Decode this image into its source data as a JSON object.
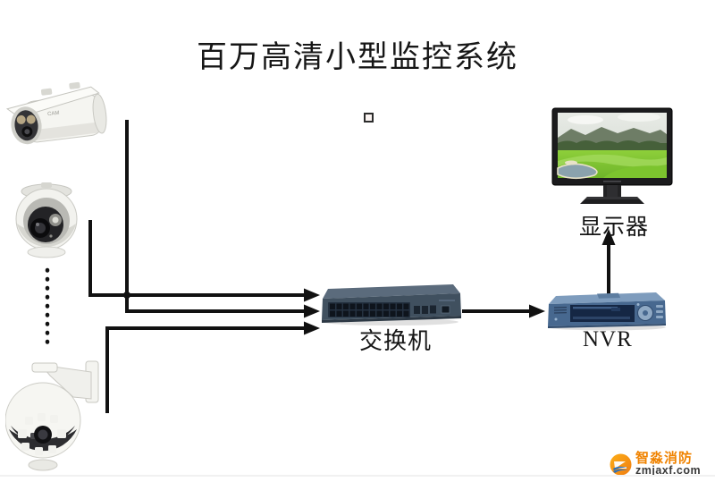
{
  "title": "百万高清小型监控系统",
  "labels": {
    "switch": "交换机",
    "nvr": "NVR",
    "monitor": "显示器"
  },
  "watermark": {
    "brand": "智淼消防",
    "domain": "zmjaxf.com"
  },
  "colors": {
    "line": "#111111",
    "brand_orange": "#f08300",
    "brand_blue": "#2e6fb7",
    "domain_text": "#3a3a3a",
    "switch_body": "#425263",
    "nvr_body": "#4a6f9a",
    "monitor_bezel": "#1b1b1d",
    "grass_green": "#7cc42e"
  },
  "icons": {
    "bullet_camera": "bullet-camera-image",
    "dome_camera": "dome-camera-image",
    "ptz_camera": "ptz-camera-image",
    "switch": "network-switch-image",
    "nvr": "nvr-image",
    "monitor": "monitor-image",
    "logo": "brand-logo-icon"
  }
}
